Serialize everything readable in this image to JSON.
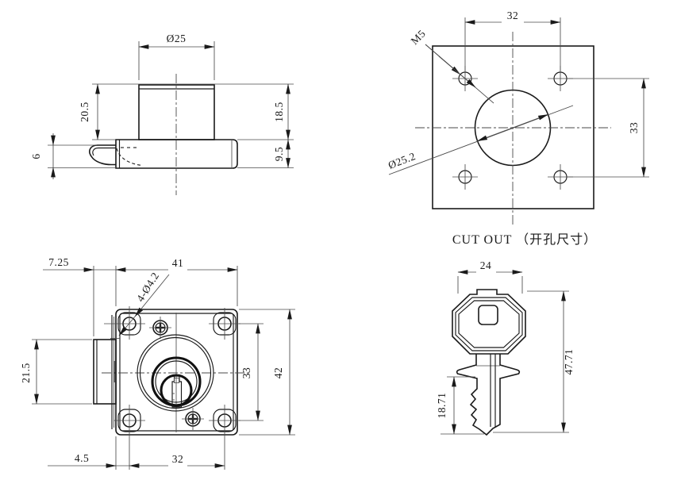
{
  "drawing": {
    "side_view": {
      "dia_top": "Ø25",
      "height_left": "20.5",
      "height_right_top": "18.5",
      "height_right_bottom": "9.5",
      "latch_height": "6"
    },
    "cutout_view": {
      "caption": "CUT OUT （开孔尺寸）",
      "width_top": "32",
      "height_right": "33",
      "thread_label": "M5",
      "dia_label": "Ø25.2"
    },
    "front_view": {
      "latch_offset": "7.25",
      "body_width": "41",
      "holes_label": "4-Ø4.2",
      "latch_height": "21.5",
      "hole_spacing_v": "33",
      "body_height": "42",
      "edge_offset": "4.5",
      "hole_spacing_h": "32"
    },
    "key_view": {
      "head_width": "24",
      "total_length": "47.71",
      "blade_length": "18.71"
    }
  },
  "colors": {
    "line": "#1a1a1a",
    "background": "#ffffff"
  }
}
